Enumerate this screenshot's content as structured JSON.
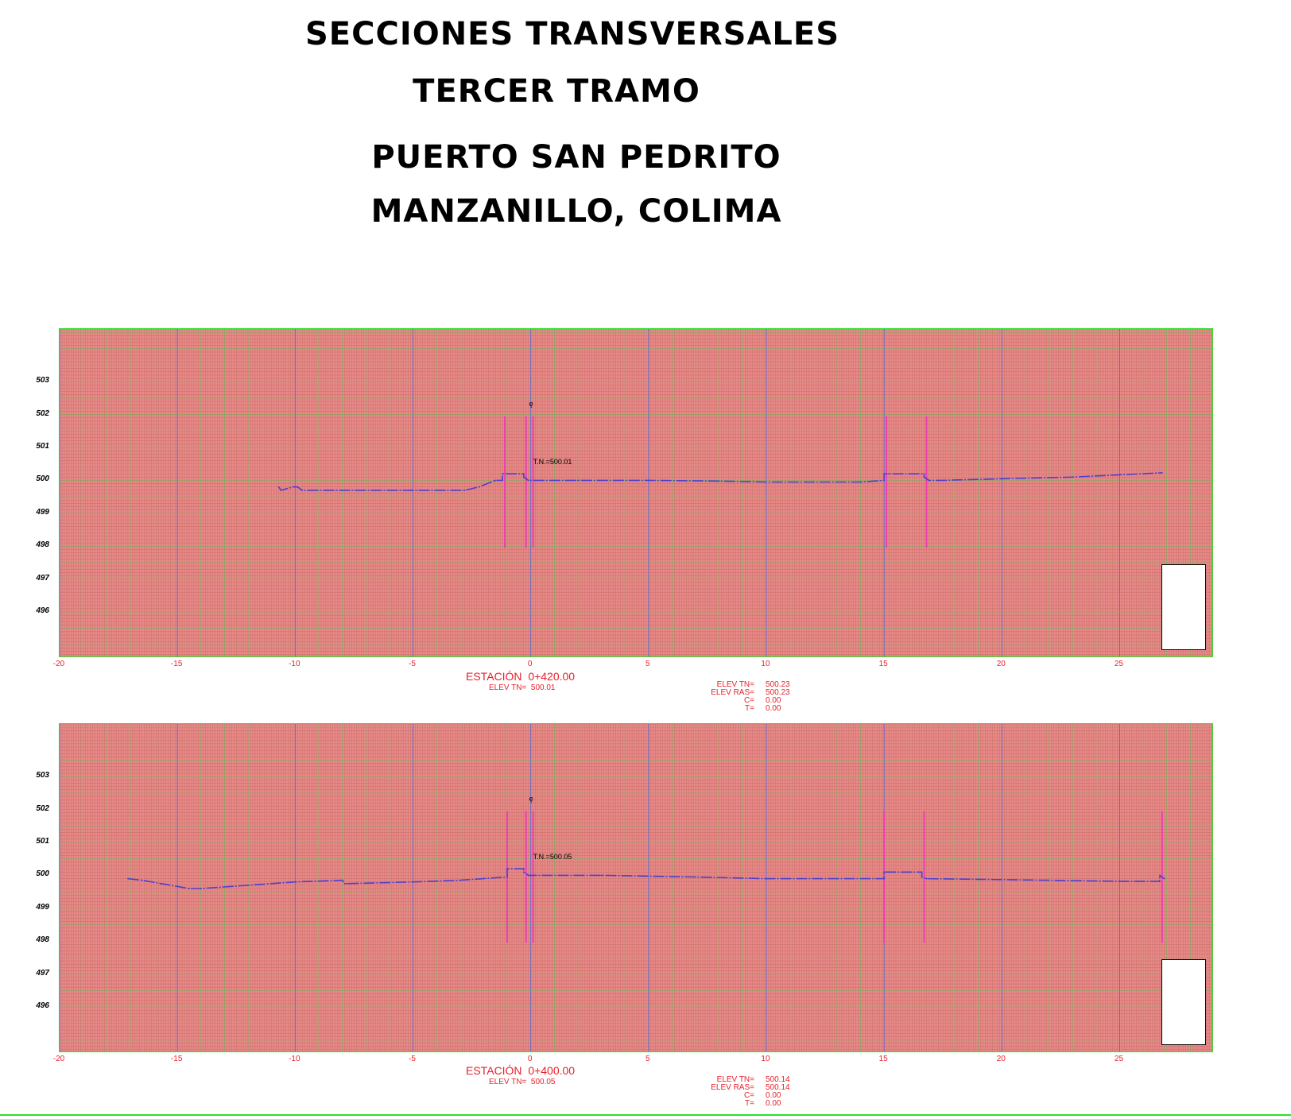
{
  "header": {
    "line1": "SECCIONES TRANSVERSALES",
    "line2": "TERCER TRAMO",
    "line3": "PUERTO SAN PEDRITO",
    "line4": "MANZANILLO, COLIMA"
  },
  "colors": {
    "grid_bg": "#e98a8a",
    "grid_fine": "#c46b62",
    "grid_green": "#56b847",
    "grid_blue": "#4a63d9",
    "profile": "#4a3fd0",
    "offsets_marker": "#e83fb0",
    "labels_red": "#e8202a",
    "border": "#24e324"
  },
  "chart_data": [
    {
      "type": "line",
      "title": "",
      "xlabel": "",
      "ylabel": "",
      "xlim": [
        -20,
        29
      ],
      "ylim": [
        494.6,
        504.6
      ],
      "x_ticks": [
        "-20",
        "-15",
        "-10",
        "-5",
        "0",
        "5",
        "10",
        "15",
        "20",
        "25"
      ],
      "y_ticks": [
        "503",
        "502",
        "501",
        "500",
        "499",
        "498",
        "497",
        "496"
      ],
      "centerline_symbol": "ę",
      "tn_label": "T.N.=500.01",
      "station_label": "ESTACIÓN",
      "station_value": "0+420.00",
      "elev_tn_label": "ELEV TN=",
      "elev_tn_value": "500.01",
      "info": [
        {
          "k": "ELEV TN=",
          "v": "500.23"
        },
        {
          "k": "ELEV RAS=",
          "v": "500.23"
        },
        {
          "k": "C=",
          "v": "0.00"
        },
        {
          "k": "T=",
          "v": "0.00"
        }
      ],
      "series": [
        {
          "x": [
            -10.7,
            -10.6,
            -10.1,
            -9.9,
            -9.7,
            -8.0,
            -5.0,
            -2.8,
            -2.2,
            -1.5,
            -1.2,
            -1.2,
            -1.0,
            -0.3,
            -0.3,
            -0.1,
            2.0,
            5.0,
            8.0,
            10.0,
            12.0,
            14.0,
            15.0,
            15.0,
            15.2,
            16.7,
            16.7,
            16.9,
            17.5,
            20.0,
            23.0,
            26.8
          ],
          "y": [
            499.8,
            499.7,
            499.8,
            499.8,
            499.7,
            499.7,
            499.7,
            499.7,
            499.8,
            500.0,
            500.0,
            500.2,
            500.2,
            500.2,
            500.1,
            500.0,
            500.0,
            500.0,
            499.98,
            499.95,
            499.95,
            499.95,
            500.0,
            500.2,
            500.2,
            500.2,
            500.1,
            500.0,
            500.0,
            500.05,
            500.1,
            500.23
          ]
        }
      ],
      "markers_x": [
        -1.1,
        -0.2,
        0.1,
        15.1,
        16.8
      ]
    },
    {
      "type": "line",
      "title": "",
      "xlabel": "",
      "ylabel": "",
      "xlim": [
        -20,
        29
      ],
      "ylim": [
        494.6,
        504.6
      ],
      "x_ticks": [
        "-20",
        "-15",
        "-10",
        "-5",
        "0",
        "5",
        "10",
        "15",
        "20",
        "25"
      ],
      "y_ticks": [
        "503",
        "502",
        "501",
        "500",
        "499",
        "498",
        "497",
        "496"
      ],
      "centerline_symbol": "ę",
      "tn_label": "T.N.=500.05",
      "station_label": "ESTACIÓN",
      "station_value": "0+400.00",
      "elev_tn_label": "ELEV TN=",
      "elev_tn_value": "500.05",
      "info": [
        {
          "k": "ELEV TN=",
          "v": "500.14"
        },
        {
          "k": "ELEV RAS=",
          "v": "500.14"
        },
        {
          "k": "C=",
          "v": "0.00"
        },
        {
          "k": "T=",
          "v": "0.00"
        }
      ],
      "series": [
        {
          "x": [
            -17.1,
            -16.5,
            -14.5,
            -14.0,
            -12.0,
            -10.0,
            -8.0,
            -7.9,
            -7.8,
            -5.0,
            -3.0,
            -1.0,
            -1.0,
            -0.8,
            -0.3,
            -0.3,
            -0.1,
            3.0,
            7.0,
            10.0,
            13.0,
            15.0,
            15.0,
            15.2,
            16.6,
            16.6,
            16.8,
            19.0,
            22.0,
            25.0,
            26.7,
            26.7,
            26.9
          ],
          "y": [
            499.9,
            499.85,
            499.6,
            499.6,
            499.7,
            499.8,
            499.85,
            499.75,
            499.75,
            499.8,
            499.85,
            499.95,
            500.2,
            500.2,
            500.2,
            500.1,
            500.0,
            500.0,
            499.95,
            499.9,
            499.9,
            499.9,
            500.1,
            500.1,
            500.1,
            499.95,
            499.9,
            499.88,
            499.85,
            499.82,
            499.82,
            500.0,
            499.9
          ]
        }
      ],
      "markers_x": [
        -1.0,
        -0.2,
        0.1,
        15.0,
        16.7,
        26.8
      ]
    }
  ]
}
